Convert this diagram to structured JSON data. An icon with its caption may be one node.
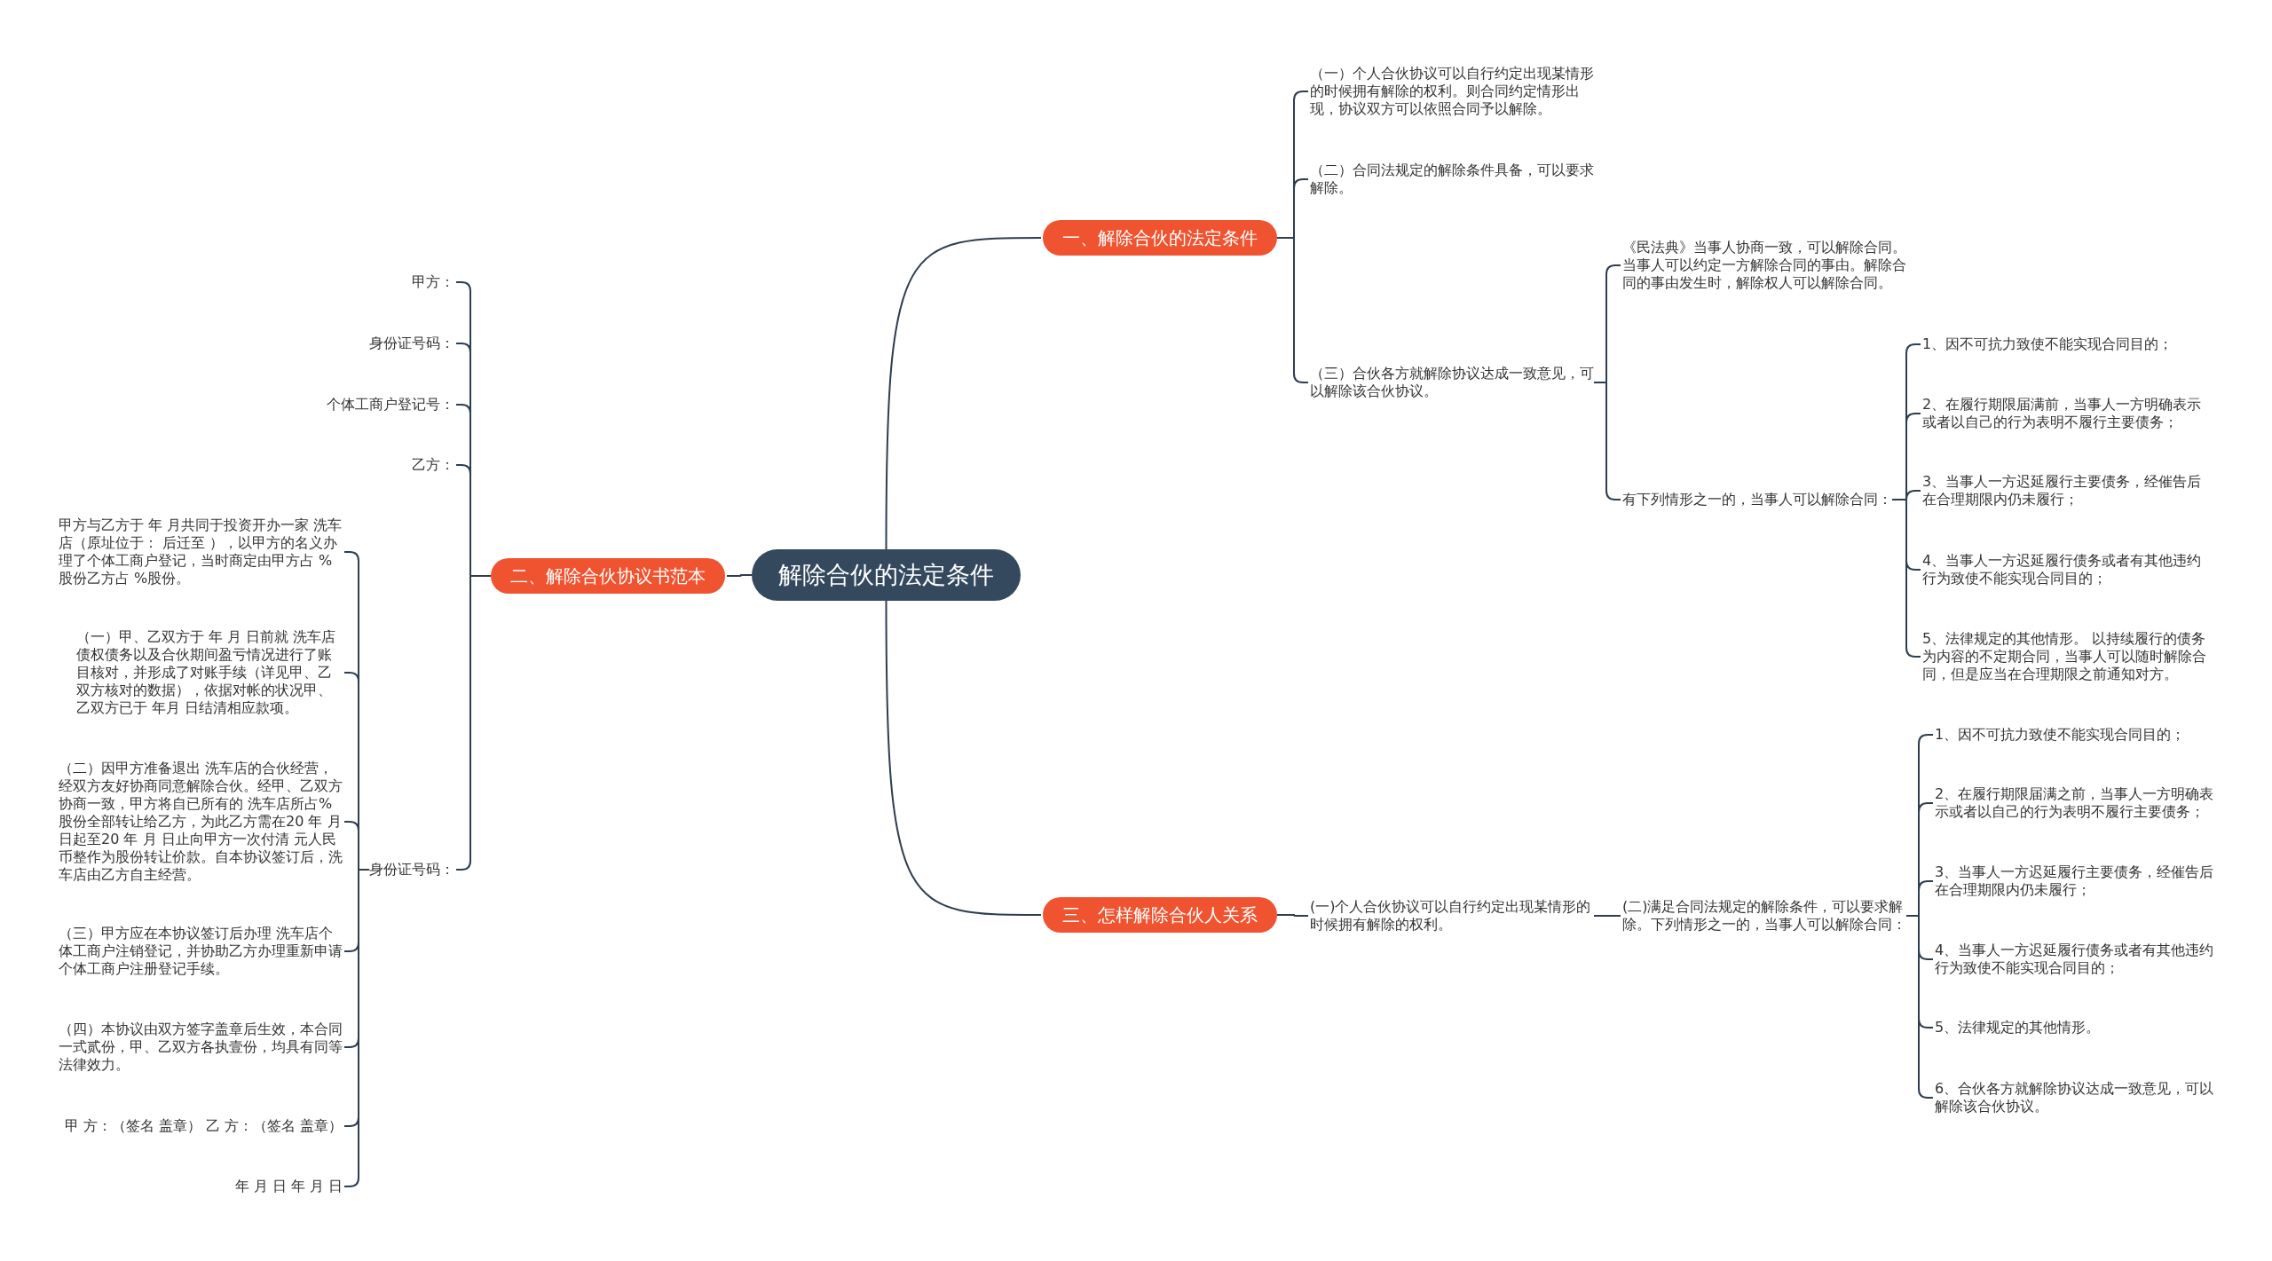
{
  "diagram": {
    "nodes": [
      {
        "text": [
          "解除合伙的法定条件"
        ]
      },
      {
        "text": [
          "一、解除合伙的法定条件"
        ]
      },
      {
        "text": [
          "二、解除合伙协议书范本"
        ]
      },
      {
        "text": [
          "三、怎样解除合伙人关系"
        ]
      },
      {
        "text": [
          "（一）个人合伙协议可以自行约定出现某情形的时候拥有解除的权利。则合同约定情形出现，协议双方可以依照合同予以解除。"
        ]
      },
      {
        "text": [
          "（二）合同法规定的解除条件具备，可以要求解除。"
        ]
      },
      {
        "text": [
          "（三）合伙各方就解除协议达成一致意见，可以解除该合伙协议。"
        ]
      },
      {
        "text": [
          "《民法典》当事人协商一致，可以解除合同。当事人可以约定一方解除合同的事由。解除合同的事由发生时，解除权人可以解除合同。"
        ]
      },
      {
        "text": [
          "有下列情形之一的，当事人可以解除合同："
        ]
      },
      {
        "text": [
          "1、因不可抗力致使不能实现合同目的；"
        ]
      },
      {
        "text": [
          "2、在履行期限届满前，当事人一方明确表示或者以自己的行为表明不履行主要债务；"
        ]
      },
      {
        "text": [
          "3、当事人一方迟延履行主要债务，经催告后在合理期限内仍未履行；"
        ]
      },
      {
        "text": [
          "4、当事人一方迟延履行债务或者有其他违约行为致使不能实现合同目的；"
        ]
      },
      {
        "text": [
          "5、法律规定的其他情形。 以持续履行的债务为内容的不定期合同，当事人可以随时解除合同，但是应当在合理期限之前通知对方。"
        ]
      },
      {
        "text": [
          "甲方："
        ]
      },
      {
        "text": [
          "身份证号码："
        ]
      },
      {
        "text": [
          "个体工商户登记号："
        ]
      },
      {
        "text": [
          "乙方："
        ]
      },
      {
        "text": [
          "身份证号码："
        ]
      },
      {
        "text": [
          "甲方与乙方于 年 月共同于投资开办一家 洗车店（原址位于： 后迁至 ），以甲方的名义办理了个体工商户登记，当时商定由甲方占 %股份乙方占 %股份。"
        ]
      },
      {
        "text": [
          "（一）甲、乙双方于 年 月 日前就 洗车店债权债务以及合伙期间盈亏情况进行了账目核对，并形成了对账手续（详见甲、乙双方核对的数据），依据对帐的状况甲、乙双方已于 年月 日结清相应款项。"
        ]
      },
      {
        "text": [
          "（二）因甲方准备退出 洗车店的合伙经营，经双方友好协商同意解除合伙。经甲、乙双方协商一致，甲方将自已所有的 洗车店所占%股份全部转让给乙方，为此乙方需在20 年 月日起至20 年 月 日止向甲方一次付清 元人民币整作为股份转让价款。自本协议签订后，洗车店由乙方自主经营。"
        ]
      },
      {
        "text": [
          "（三）甲方应在本协议签订后办理 洗车店个体工商户注销登记，并协助乙方办理重新申请个体工商户注册登记手续。"
        ]
      },
      {
        "text": [
          "（四）本协议由双方签字盖章后生效，本合同一式贰份，甲、乙双方各执壹份，均具有同等法律效力。"
        ]
      },
      {
        "text": [
          "甲 方：（签名 盖章） 乙 方：（签名 盖章）"
        ]
      },
      {
        "text": [
          "年 月 日 年 月 日"
        ]
      },
      {
        "text": [
          "(一)个人合伙协议可以自行约定出现某情形的时候拥有解除的权利。"
        ]
      },
      {
        "text": [
          "(二)满足合同法规定的解除条件，可以要求解除。下列情形之一的，当事人可以解除合同："
        ]
      },
      {
        "text": [
          "1、因不可抗力致使不能实现合同目的；"
        ]
      },
      {
        "text": [
          "2、在履行期限届满之前，当事人一方明确表示或者以自己的行为表明不履行主要债务；"
        ]
      },
      {
        "text": [
          "3、当事人一方迟延履行主要债务，经催告后在合理期限内仍未履行；"
        ]
      },
      {
        "text": [
          "4、当事人一方迟延履行债务或者有其他违约行为致使不能实现合同目的；"
        ]
      },
      {
        "text": [
          "5、法律规定的其他情形。"
        ]
      },
      {
        "text": [
          "6、合伙各方就解除协议达成一致意见，可以解除该合伙协议。"
        ]
      }
    ],
    "edges": [
      {
        "from": 0,
        "to": 1,
        "arrow": "none"
      },
      {
        "from": 0,
        "to": 2,
        "arrow": "none"
      },
      {
        "from": 0,
        "to": 3,
        "arrow": "none"
      },
      {
        "from": 1,
        "to": 4,
        "arrow": "none"
      },
      {
        "from": 1,
        "to": 5,
        "arrow": "none"
      },
      {
        "from": 1,
        "to": 6,
        "arrow": "none"
      },
      {
        "from": 6,
        "to": 7,
        "arrow": "none"
      },
      {
        "from": 6,
        "to": 8,
        "arrow": "none"
      },
      {
        "from": 8,
        "to": 9,
        "arrow": "none"
      },
      {
        "from": 8,
        "to": 10,
        "arrow": "none"
      },
      {
        "from": 8,
        "to": 11,
        "arrow": "none"
      },
      {
        "from": 8,
        "to": 12,
        "arrow": "none"
      },
      {
        "from": 8,
        "to": 13,
        "arrow": "none"
      },
      {
        "from": 2,
        "to": 14,
        "arrow": "none"
      },
      {
        "from": 2,
        "to": 15,
        "arrow": "none"
      },
      {
        "from": 2,
        "to": 16,
        "arrow": "none"
      },
      {
        "from": 2,
        "to": 17,
        "arrow": "none"
      },
      {
        "from": 2,
        "to": 18,
        "arrow": "none"
      },
      {
        "from": 18,
        "to": 19,
        "arrow": "none"
      },
      {
        "from": 18,
        "to": 20,
        "arrow": "none"
      },
      {
        "from": 18,
        "to": 21,
        "arrow": "none"
      },
      {
        "from": 18,
        "to": 22,
        "arrow": "none"
      },
      {
        "from": 18,
        "to": 23,
        "arrow": "none"
      },
      {
        "from": 18,
        "to": 24,
        "arrow": "none"
      },
      {
        "from": 18,
        "to": 25,
        "arrow": "none"
      },
      {
        "from": 3,
        "to": 26,
        "arrow": "none"
      },
      {
        "from": 26,
        "to": 27,
        "arrow": "none"
      },
      {
        "from": 27,
        "to": 28,
        "arrow": "none"
      },
      {
        "from": 27,
        "to": 29,
        "arrow": "none"
      },
      {
        "from": 27,
        "to": 30,
        "arrow": "none"
      },
      {
        "from": 27,
        "to": 31,
        "arrow": "none"
      },
      {
        "from": 27,
        "to": 32,
        "arrow": "none"
      },
      {
        "from": 27,
        "to": 33,
        "arrow": "none"
      }
    ]
  }
}
